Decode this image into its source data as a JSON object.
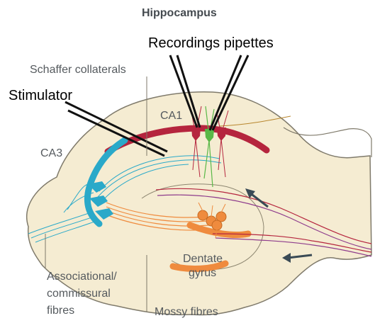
{
  "title": "Hippocampus",
  "labels": {
    "recording": "Recordings pipettes",
    "schaffer": "Schaffer collaterals",
    "stimulator": "Stimulator",
    "ca1": "CA1",
    "ca3": "CA3",
    "dentate_line1": "Dentate",
    "dentate_line2": "gyrus",
    "assoc_line1": "Associational/",
    "assoc_line2": "commissural",
    "assoc_line3": "fibres",
    "mossy": "Mossy fibres"
  },
  "colors": {
    "tissue": "#f5ecd2",
    "tissue_edge": "#7f7a6b",
    "ca1_band": "#b5253e",
    "ca3_band": "#2aa9c9",
    "dentate": "#ef8b3e",
    "green_neuron": "#59b847",
    "pipette": "#111111"
  }
}
